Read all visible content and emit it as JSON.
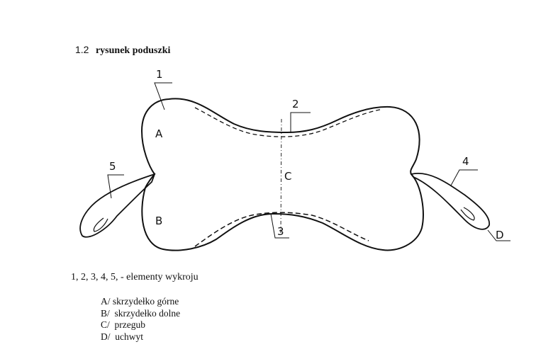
{
  "heading": {
    "number": "1.2",
    "title": "rysunek poduszki"
  },
  "drawing": {
    "callouts": [
      "1",
      "2",
      "3",
      "4",
      "5"
    ],
    "regions": [
      "A",
      "B",
      "C"
    ],
    "handle_label": "D"
  },
  "legend": {
    "elements_line": "1, 2, 3, 4, 5,  - elementy wykroju",
    "items": [
      {
        "key": "A/",
        "label": "skrzydełko górne"
      },
      {
        "key": "B/",
        "label": " skrzydełko dolne"
      },
      {
        "key": "C/",
        "label": " przegub"
      },
      {
        "key": "D/",
        "label": " uchwyt"
      }
    ]
  }
}
